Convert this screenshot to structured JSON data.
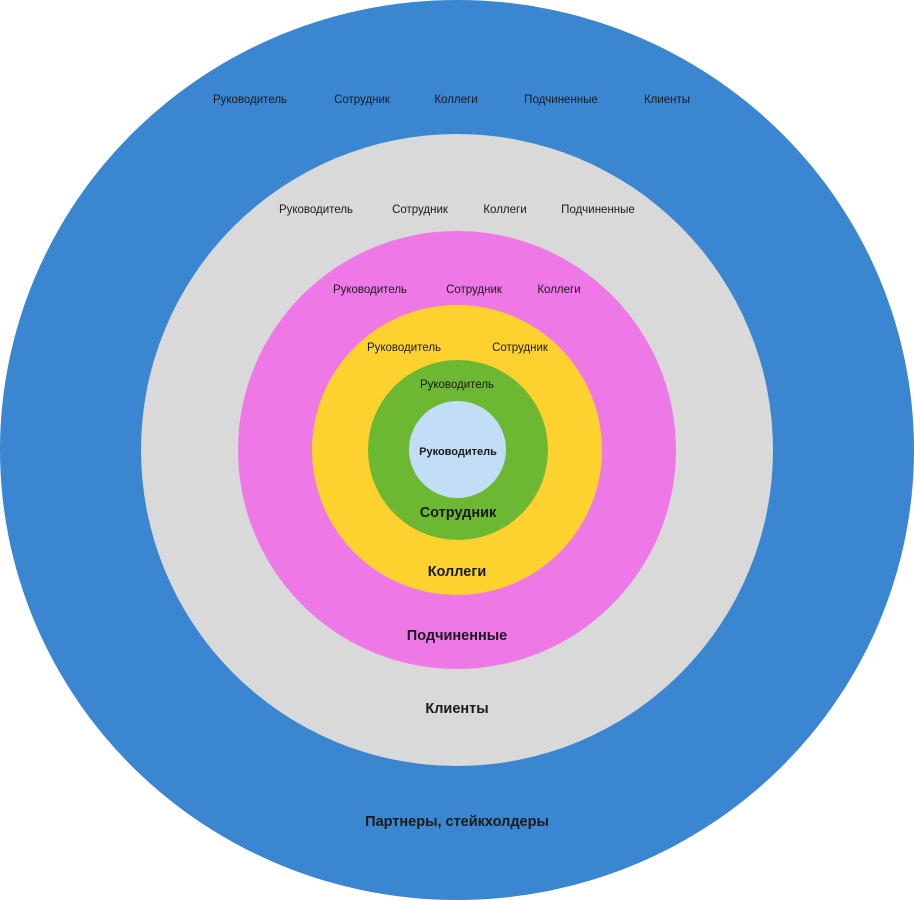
{
  "rings": [
    {
      "key": "blue",
      "color": "#3a86d0",
      "title": "Партнеры, стейкхолдеры",
      "items": [
        "Руководитель",
        "Сотрудник",
        "Коллеги",
        "Подчиненные",
        "Клиенты"
      ]
    },
    {
      "key": "gray",
      "color": "#d9d9d9",
      "title": "Клиенты",
      "items": [
        "Руководитель",
        "Сотрудник",
        "Коллеги",
        "Подчиненные"
      ]
    },
    {
      "key": "pink",
      "color": "#ee78e6",
      "title": "Подчиненные",
      "items": [
        "Руководитель",
        "Сотрудник",
        "Коллеги"
      ]
    },
    {
      "key": "yellow",
      "color": "#fdd12e",
      "title": "Коллеги",
      "items": [
        "Руководитель",
        "Сотрудник"
      ]
    },
    {
      "key": "green",
      "color": "#6db833",
      "title": "Сотрудник",
      "items": [
        "Руководитель"
      ]
    },
    {
      "key": "core",
      "color": "#c2ddf6",
      "title": "Руководитель",
      "items": []
    }
  ]
}
